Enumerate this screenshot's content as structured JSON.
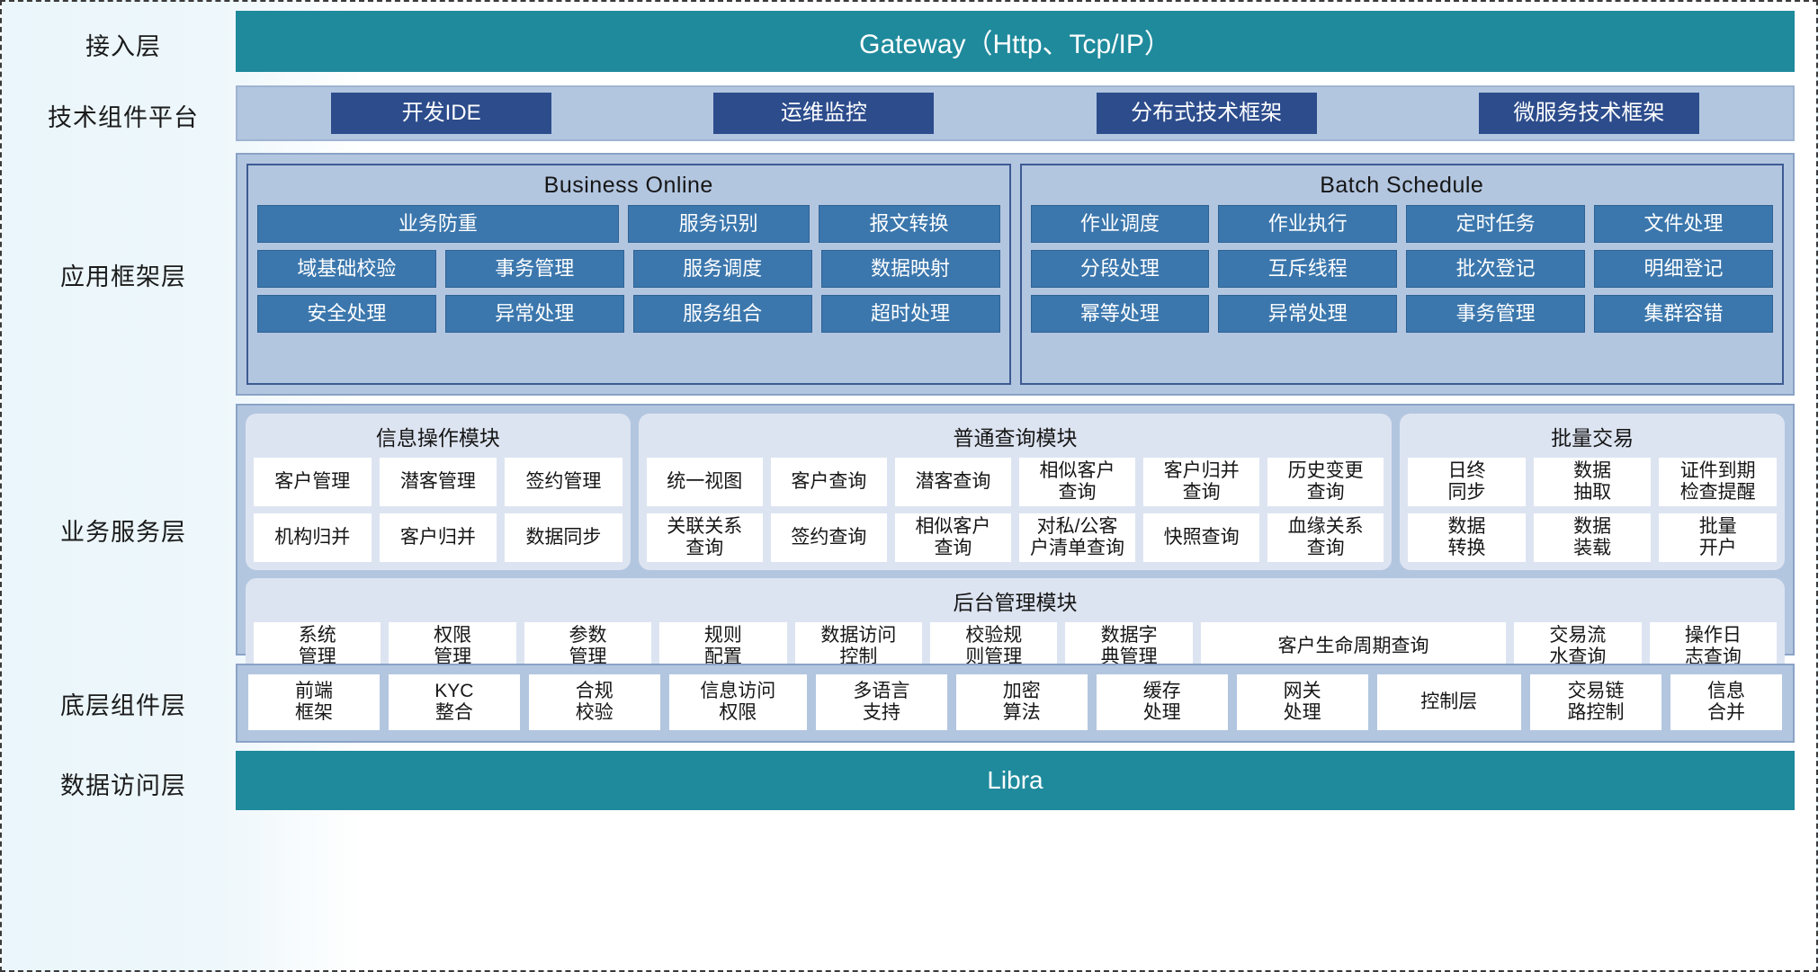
{
  "layers": [
    {
      "key": "access",
      "label": "接入层"
    },
    {
      "key": "tech",
      "label": "技术组件平台"
    },
    {
      "key": "appframe",
      "label": "应用框架层"
    },
    {
      "key": "bizsvc",
      "label": "业务服务层"
    },
    {
      "key": "base",
      "label": "底层组件层"
    },
    {
      "key": "data",
      "label": "数据访问层"
    }
  ],
  "access": {
    "title": "Gateway（Http、Tcp/IP）"
  },
  "tech": {
    "items": [
      "开发IDE",
      "运维监控",
      "分布式技术框架",
      "微服务技术框架"
    ]
  },
  "appframe": {
    "groups": [
      {
        "title": "Business Online",
        "rows": [
          [
            {
              "label": "业务防重",
              "span": 2
            },
            {
              "label": "服务识别",
              "span": 1
            },
            {
              "label": "报文转换",
              "span": 1
            }
          ],
          [
            {
              "label": "域基础校验",
              "span": 1
            },
            {
              "label": "事务管理",
              "span": 1
            },
            {
              "label": "服务调度",
              "span": 1
            },
            {
              "label": "数据映射",
              "span": 1
            }
          ],
          [
            {
              "label": "安全处理",
              "span": 1
            },
            {
              "label": "异常处理",
              "span": 1
            },
            {
              "label": "服务组合",
              "span": 1
            },
            {
              "label": "超时处理",
              "span": 1
            }
          ]
        ]
      },
      {
        "title": "Batch Schedule",
        "rows": [
          [
            {
              "label": "作业调度",
              "span": 1
            },
            {
              "label": "作业执行",
              "span": 1
            },
            {
              "label": "定时任务",
              "span": 1
            },
            {
              "label": "文件处理",
              "span": 1
            }
          ],
          [
            {
              "label": "分段处理",
              "span": 1
            },
            {
              "label": "互斥线程",
              "span": 1
            },
            {
              "label": "批次登记",
              "span": 1
            },
            {
              "label": "明细登记",
              "span": 1
            }
          ],
          [
            {
              "label": "幂等处理",
              "span": 1
            },
            {
              "label": "异常处理",
              "span": 1
            },
            {
              "label": "事务管理",
              "span": 1
            },
            {
              "label": "集群容错",
              "span": 1
            }
          ]
        ]
      }
    ]
  },
  "bizsvc": {
    "modules": [
      {
        "title": "信息操作模块",
        "rows": [
          [
            "客户管理",
            "潜客管理",
            "签约管理"
          ],
          [
            "机构归并",
            "客户归并",
            "数据同步"
          ]
        ]
      },
      {
        "title": "普通查询模块",
        "rows": [
          [
            "统一视图",
            "客户查询",
            "潜客查询",
            "相似客户\n查询",
            "客户归并\n查询",
            "历史变更\n查询"
          ],
          [
            "关联关系\n查询",
            "签约查询",
            "相似客户\n查询",
            "对私/公客\n户清单查询",
            "快照查询",
            "血缘关系\n查询"
          ]
        ]
      },
      {
        "title": "批量交易",
        "rows": [
          [
            "日终\n同步",
            "数据\n抽取",
            "证件到期\n检查提醒"
          ],
          [
            "数据\n转换",
            "数据\n装载",
            "批量\n开户"
          ]
        ]
      }
    ],
    "backoffice": {
      "title": "后台管理模块",
      "items": [
        {
          "label": "系统\n管理",
          "flex": 1
        },
        {
          "label": "权限\n管理",
          "flex": 1
        },
        {
          "label": "参数\n管理",
          "flex": 1
        },
        {
          "label": "规则\n配置",
          "flex": 1
        },
        {
          "label": "数据访问\n控制",
          "flex": 1
        },
        {
          "label": "校验规\n则管理",
          "flex": 1
        },
        {
          "label": "数据字\n典管理",
          "flex": 1
        },
        {
          "label": "客户生命周期查询",
          "flex": 2.4
        },
        {
          "label": "交易流\n水查询",
          "flex": 1
        },
        {
          "label": "操作日\n志查询",
          "flex": 1
        }
      ]
    }
  },
  "base": {
    "items": [
      {
        "label": "前端\n框架",
        "flex": 1
      },
      {
        "label": "KYC\n整合",
        "flex": 1
      },
      {
        "label": "合规\n校验",
        "flex": 1
      },
      {
        "label": "信息访问\n权限",
        "flex": 1.05
      },
      {
        "label": "多语言\n支持",
        "flex": 1
      },
      {
        "label": "加密\n算法",
        "flex": 1
      },
      {
        "label": "缓存\n处理",
        "flex": 1
      },
      {
        "label": "网关\n处理",
        "flex": 1
      },
      {
        "label": "控制层",
        "flex": 1.1
      },
      {
        "label": "交易链\n路控制",
        "flex": 1
      },
      {
        "label": "信息\n合并",
        "flex": 0.85
      }
    ]
  },
  "data": {
    "title": "Libra"
  },
  "colors": {
    "teal": "#1f8a9c",
    "band": "#b3c6e0",
    "dark_blue_box": "#2c4c8c",
    "blue_cell": "#3b77ad",
    "module_bg": "#dde4f1",
    "white_cell": "#ffffff"
  }
}
